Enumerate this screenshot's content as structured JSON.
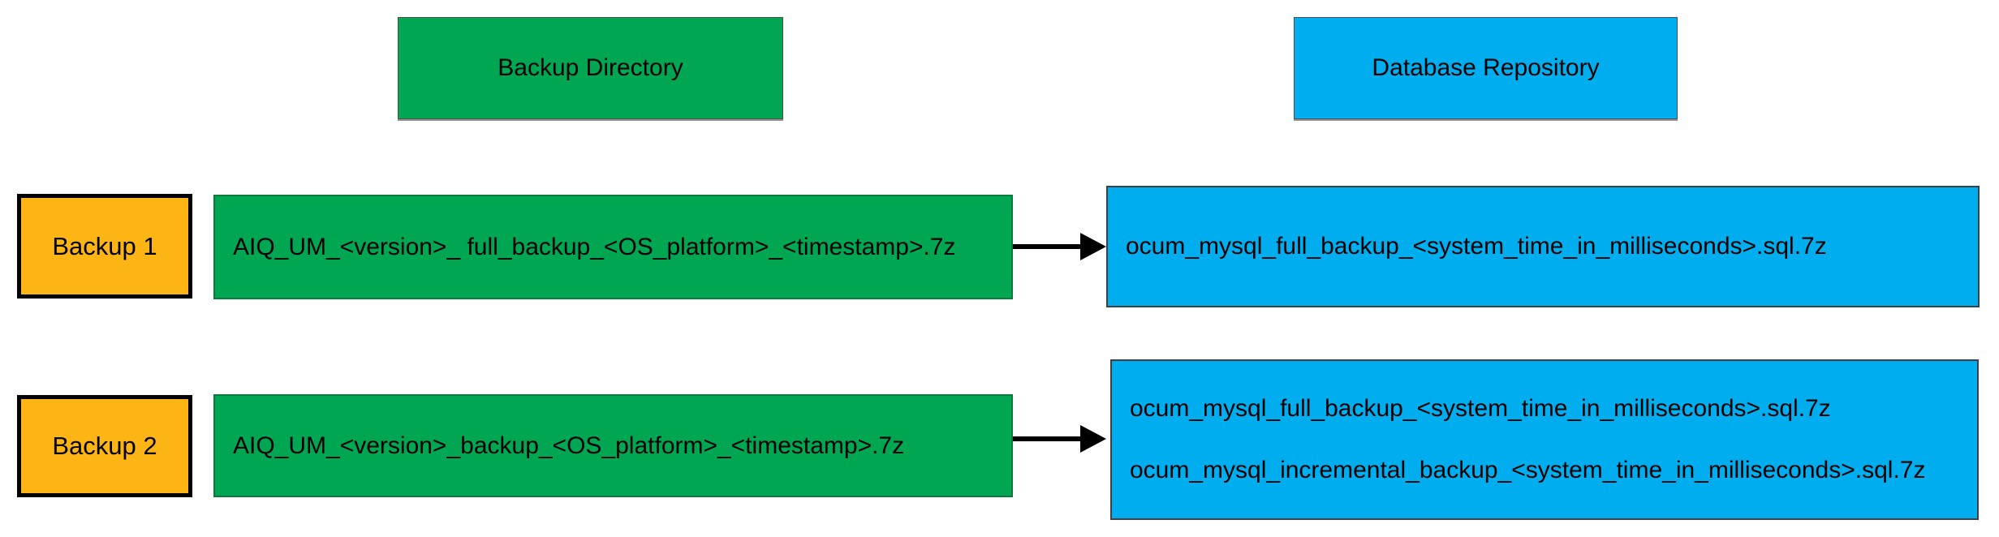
{
  "diagram": {
    "headers": {
      "backup_directory": {
        "label": "Backup Directory",
        "color": "#00A651"
      },
      "database_repository": {
        "label": "Database Repository",
        "color": "#00AEEF"
      }
    },
    "rows": [
      {
        "label": "Backup 1",
        "backup_file": "AIQ_UM_<version>_ full_backup_<OS_platform>_<timestamp>.7z",
        "repository_files": [
          "ocum_mysql_full_backup_<system_time_in_milliseconds>.sql.7z"
        ]
      },
      {
        "label": "Backup 2",
        "backup_file": "AIQ_UM_<version>_backup_<OS_platform>_<timestamp>.7z",
        "repository_files": [
          "ocum_mysql_full_backup_<system_time_in_milliseconds>.sql.7z",
          "ocum_mysql_incremental_backup_<system_time_in_milliseconds>.sql.7z"
        ]
      }
    ],
    "colors": {
      "green": "#00A651",
      "blue": "#00AEEF",
      "orange": "#FCB514",
      "arrow": "#000000",
      "text": "#000000"
    }
  }
}
